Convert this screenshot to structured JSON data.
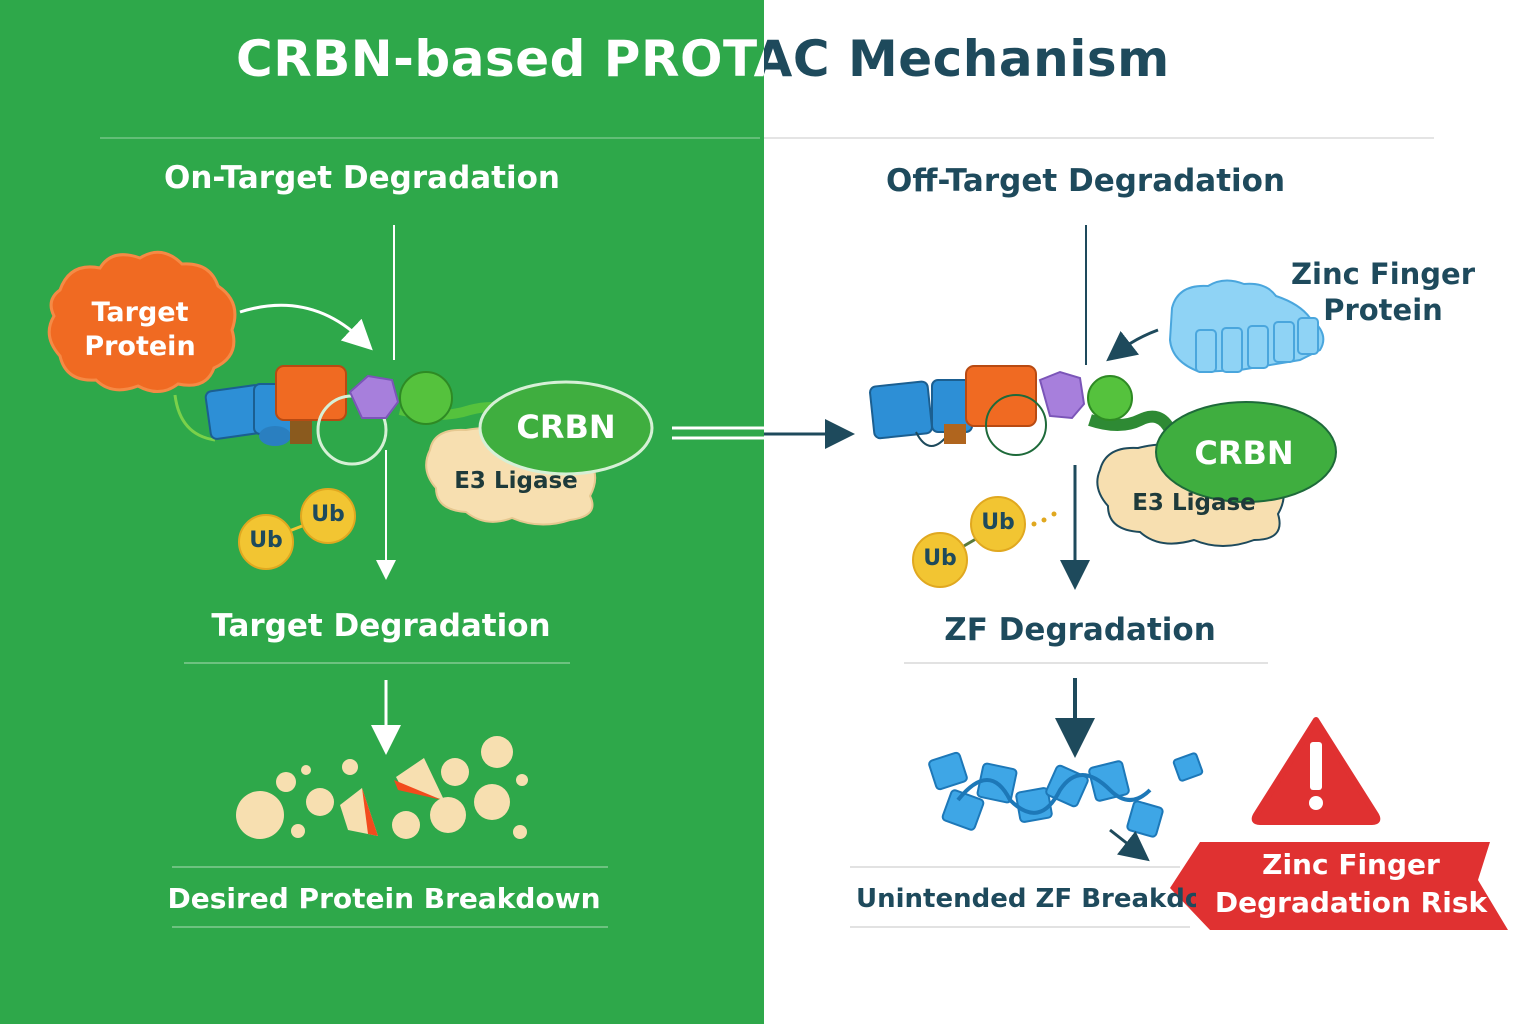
{
  "title": "CRBN-based PROTAC Mechanism",
  "colors": {
    "left_bg": "#2ea84a",
    "right_bg": "#ffffff",
    "dark_text": "#1e4a5c",
    "crbn_green": "#3fae3f",
    "e3_beige": "#f7dfb0",
    "ub_yellow": "#f2c532",
    "target_orange": "#f06a22",
    "zf_blue": "#6fc3ee",
    "warning_red": "#e03131"
  },
  "on_target": {
    "heading": "On-Target Degradation",
    "target_protein_label_line1": "Target",
    "target_protein_label_line2": "Protein",
    "crbn_label": "CRBN",
    "e3_label": "E3 Ligase",
    "ub_labels": [
      "Ub",
      "Ub"
    ],
    "step_label": "Target Degradation",
    "outcome_label": "Desired Protein Breakdown"
  },
  "off_target": {
    "heading": "Off-Target Degradation",
    "zf_protein_label_line1": "Zinc Finger",
    "zf_protein_label_line2": "Protein",
    "crbn_label": "CRBN",
    "e3_label": "E3 Ligase",
    "ub_labels": [
      "Ub",
      "Ub"
    ],
    "step_label": "ZF Degradation",
    "outcome_label": "Unintended ZF Breakdown",
    "warning_label_line1": "Zinc Finger",
    "warning_label_line2": "Degradation Risk"
  },
  "icons": {
    "warning": "warning-triangle-icon",
    "arrow": "arrow-icon"
  }
}
